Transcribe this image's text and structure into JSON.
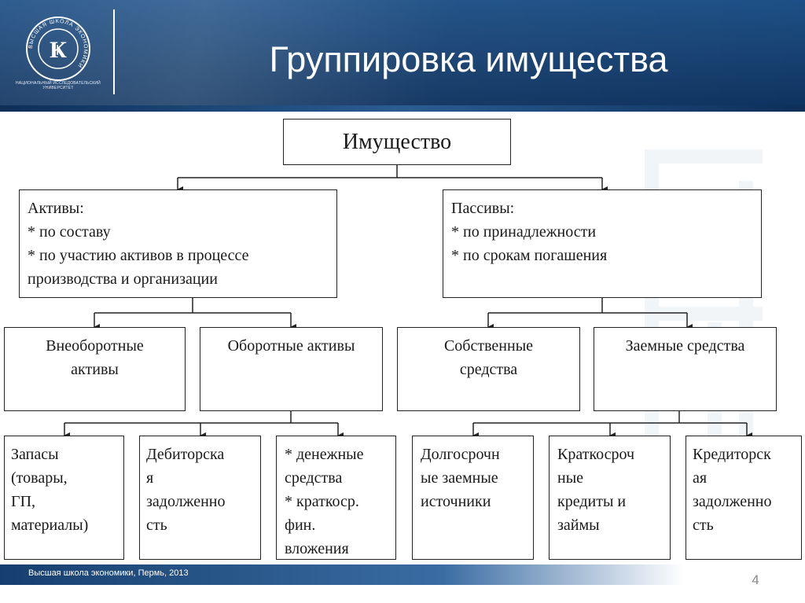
{
  "header": {
    "title": "Группировка имущества",
    "logo_caption": "НАЦИОНАЛЬНЫЙ ИССЛЕДОВАТЕЛЬСКИЙ УНИВЕРСИТЕТ",
    "logo_ring_text": "ВЫСШАЯ ШКОЛА ЭКОНОМИКИ",
    "logo_monogram": "Ҝ"
  },
  "diagram": {
    "root": "Имущество",
    "assets": {
      "title": "Активы:",
      "items": [
        "* по составу",
        "* по участию активов в процессе",
        "производства и организации"
      ]
    },
    "liabilities": {
      "title": "Пассивы:",
      "items": [
        "* по принадлежности",
        "* по срокам погашения"
      ]
    },
    "noncurrent": [
      "Внеоборотные",
      "активы"
    ],
    "current": "Оборотные активы",
    "own_funds": [
      "Собственные",
      "средства"
    ],
    "borrowed": "Заемные средства",
    "inventories": [
      "Запасы",
      "(товары,",
      "ГП,",
      "материалы)"
    ],
    "receivables": [
      "Дебиторска",
      "я",
      "задолженно",
      "сть"
    ],
    "cash": [
      "* денежные",
      "средства",
      "* краткоср.",
      "фин.",
      "вложения"
    ],
    "long_term": [
      "Долгосрочн",
      "ые заемные",
      "источники"
    ],
    "short_term": [
      "Краткосроч",
      "ные",
      "кредиты и",
      "займы"
    ],
    "payables": [
      "Кредиторск",
      "ая",
      "задолженно",
      "сть"
    ]
  },
  "footer": {
    "text": "Высшая школа экономики, Пермь, 2013",
    "page": "4"
  },
  "colors": {
    "header_blue": "#1d4f86",
    "line": "#222222"
  }
}
